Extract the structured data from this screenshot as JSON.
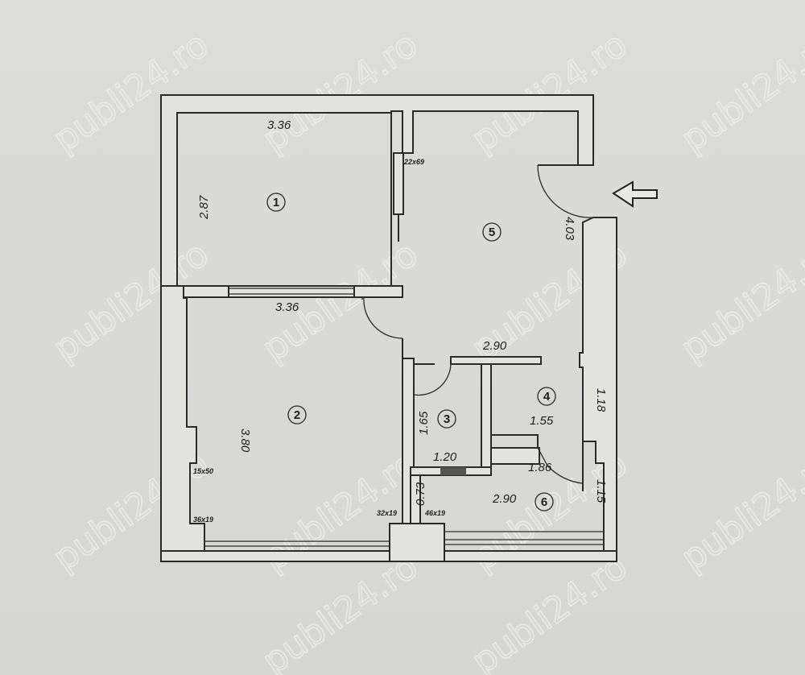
{
  "watermark": {
    "text": "publi24.ro",
    "color": "#ececea"
  },
  "floor_plan": {
    "background_color": "#d9d9d6",
    "line_color": "#2a2a2a",
    "entrance_arrow": {
      "direction": "left",
      "label": ""
    },
    "rooms": [
      {
        "id": "1",
        "label": "1",
        "width_label": "3.36",
        "height_label": "2.87"
      },
      {
        "id": "2",
        "label": "2",
        "width_label": "3.36",
        "height_label": "3.80"
      },
      {
        "id": "3",
        "label": "3",
        "width_label": "1.20",
        "height_label": "1.65"
      },
      {
        "id": "4",
        "label": "4",
        "width_label": "1.55",
        "height_label": "1.18"
      },
      {
        "id": "5",
        "label": "5",
        "width_label": "2.90",
        "height_label": "4.03"
      },
      {
        "id": "6",
        "label": "6",
        "width_label": "2.90",
        "height_label": "0.73"
      }
    ],
    "extra_dimensions": {
      "hall_diag": "1.86",
      "room6_right": "1.15"
    },
    "pillar_labels": {
      "p1": "22x69",
      "p2": "15x50",
      "p3": "36x19",
      "p4": "32x19",
      "p5": "46x19"
    }
  }
}
